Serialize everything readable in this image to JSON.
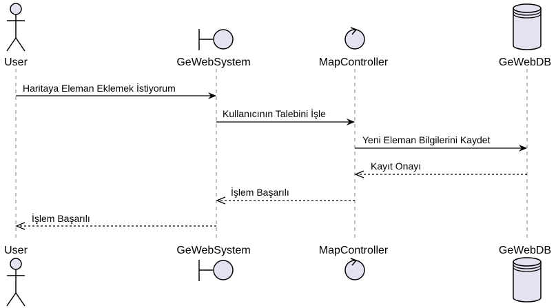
{
  "diagram": {
    "type": "sequence",
    "participants": [
      {
        "id": "user",
        "label": "User",
        "kind": "actor"
      },
      {
        "id": "web",
        "label": "GeWebSystem",
        "kind": "boundary"
      },
      {
        "id": "map",
        "label": "MapController",
        "kind": "control"
      },
      {
        "id": "db",
        "label": "GeWebDB",
        "kind": "database"
      }
    ],
    "messages": [
      {
        "from": "user",
        "to": "web",
        "label": "Haritaya Eleman Eklemek İstiyorum",
        "style": "sync"
      },
      {
        "from": "web",
        "to": "map",
        "label": "Kullanıcının Talebini İşle",
        "style": "sync"
      },
      {
        "from": "map",
        "to": "db",
        "label": "Yeni Eleman Bilgilerini Kaydet",
        "style": "sync"
      },
      {
        "from": "db",
        "to": "map",
        "label": "Kayıt Onayı",
        "style": "reply"
      },
      {
        "from": "map",
        "to": "web",
        "label": "İşlem Başarılı",
        "style": "reply"
      },
      {
        "from": "web",
        "to": "user",
        "label": "İşlem Başarılı",
        "style": "reply"
      }
    ]
  }
}
